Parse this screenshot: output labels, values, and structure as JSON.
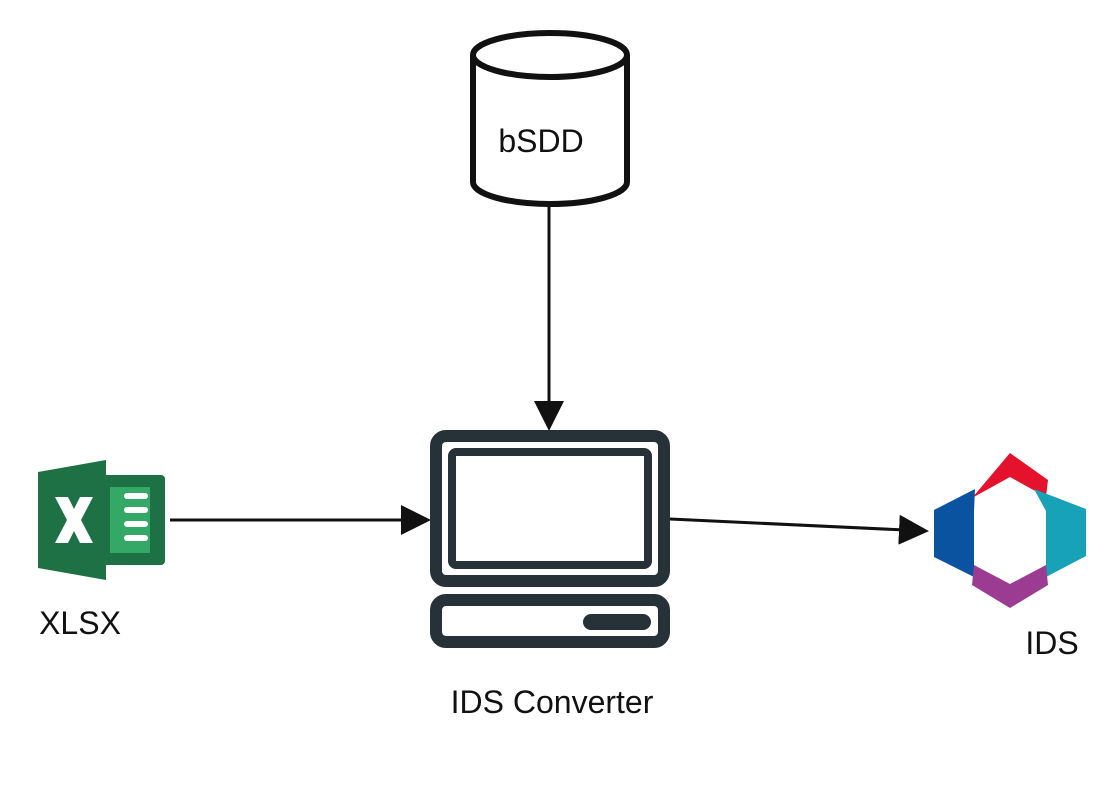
{
  "nodes": {
    "bsdd": {
      "label": "bSDD"
    },
    "xlsx": {
      "label": "XLSX"
    },
    "converter": {
      "label": "IDS Converter"
    },
    "ids": {
      "label": "IDS"
    }
  },
  "colors": {
    "stroke": "#111111",
    "device": "#263238",
    "excel_dark": "#1E7145",
    "excel_light": "#33A867",
    "ids_red": "#E4122D",
    "ids_teal": "#17A2B8",
    "ids_blue": "#0A53A0",
    "ids_purple": "#9B3B92"
  },
  "edges": [
    {
      "from": "bsdd",
      "to": "converter"
    },
    {
      "from": "xlsx",
      "to": "converter"
    },
    {
      "from": "converter",
      "to": "ids"
    }
  ]
}
